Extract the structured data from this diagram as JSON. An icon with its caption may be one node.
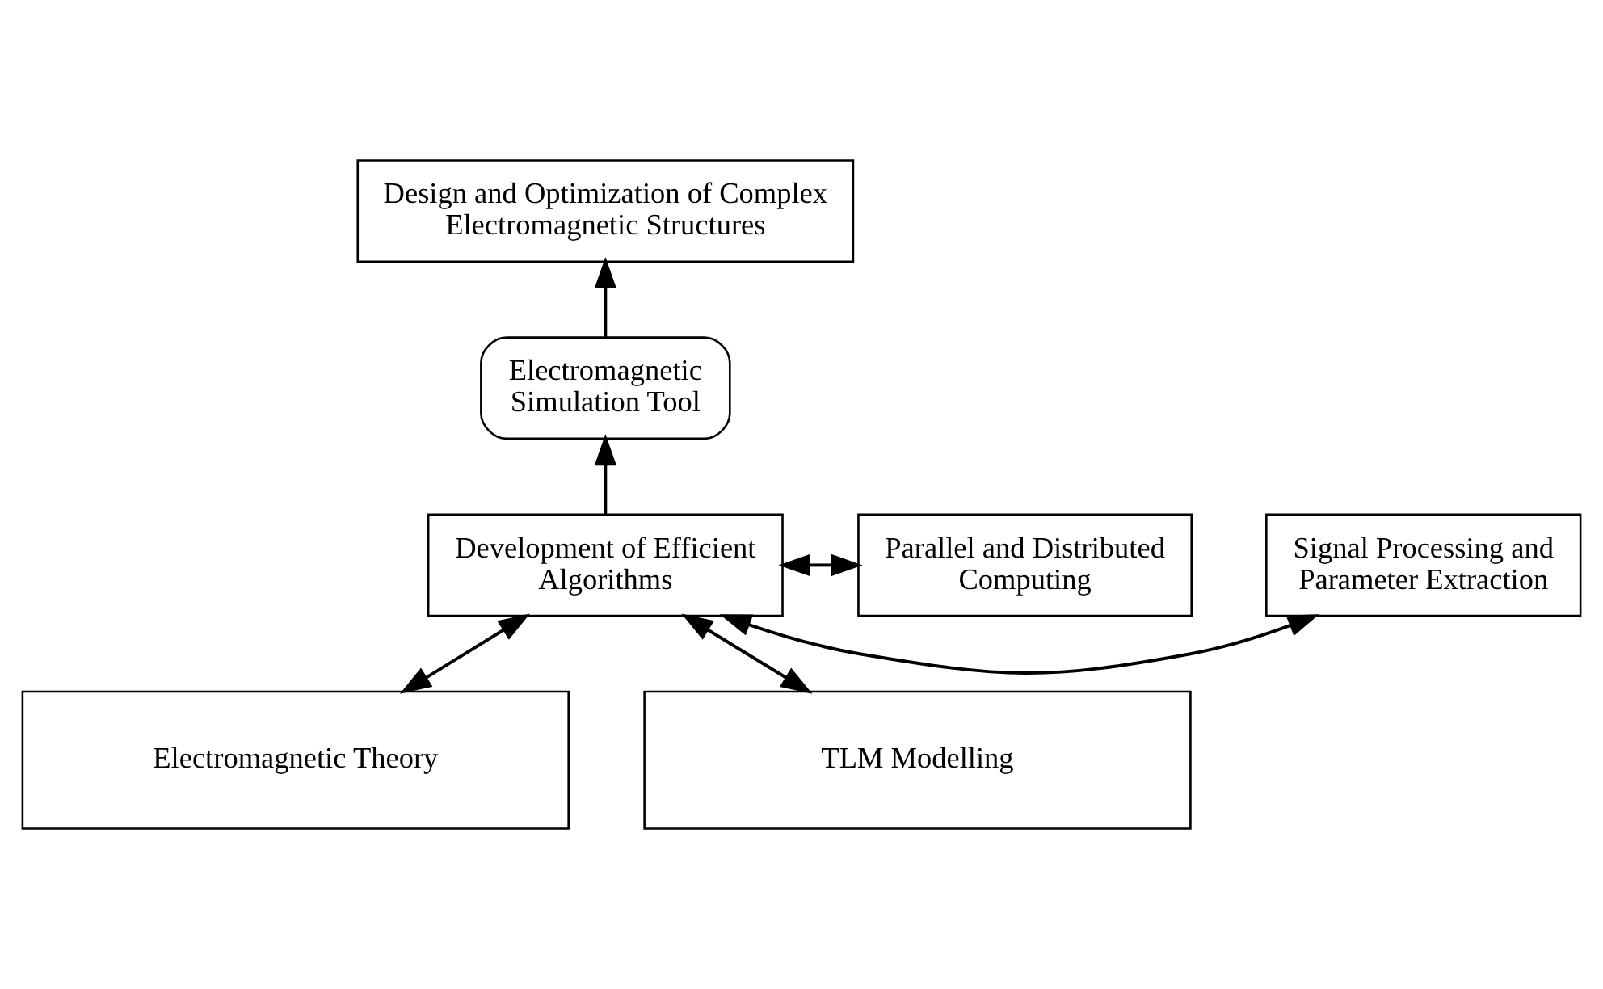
{
  "diagram": {
    "nodes": [
      {
        "text": [
          "Design and Optimization of Complex Electromagnetic Structures"
        ]
      },
      {
        "text": [
          "Electromagnetic Simulation Tool"
        ]
      },
      {
        "text": [
          "Signal Processing and Parameter Extraction"
        ]
      },
      {
        "text": [
          "Development of Efficient Algorithms"
        ]
      },
      {
        "text": [
          "Parallel and Distributed Computing"
        ]
      },
      {
        "text": [
          "Electromagnetic Theory"
        ]
      },
      {
        "text": [
          "TLM Modelling"
        ]
      }
    ],
    "edges": [
      {
        "from": 1,
        "to": 0,
        "arrow": "to"
      },
      {
        "from": 3,
        "to": 1,
        "arrow": "to"
      },
      {
        "from": 3,
        "to": 2,
        "arrow": "both"
      },
      {
        "from": 3,
        "to": 4,
        "arrow": "both"
      },
      {
        "from": 5,
        "to": 3,
        "arrow": "both"
      },
      {
        "from": 6,
        "to": 3,
        "arrow": "both"
      }
    ]
  }
}
